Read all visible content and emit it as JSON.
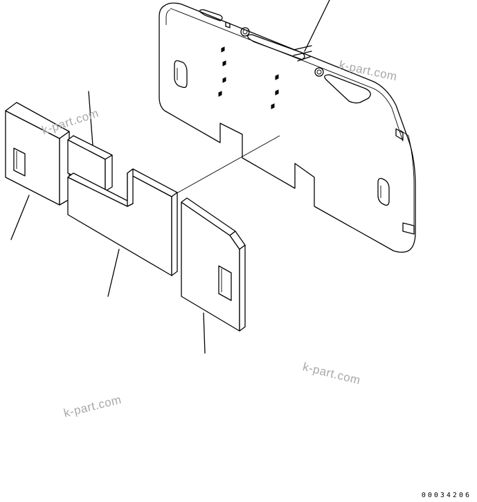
{
  "watermarks": [
    {
      "id": "wm-top-right",
      "text": "k-part.com"
    },
    {
      "id": "wm-left",
      "text": "k-part.com"
    },
    {
      "id": "wm-middle-right",
      "text": "k-part.com"
    },
    {
      "id": "wm-bottom-left",
      "text": "k-part.com"
    }
  ],
  "drawing_number": "00034206",
  "colors": {
    "line": "#000000",
    "watermark": "#a8a8a8",
    "background": "#ffffff"
  }
}
